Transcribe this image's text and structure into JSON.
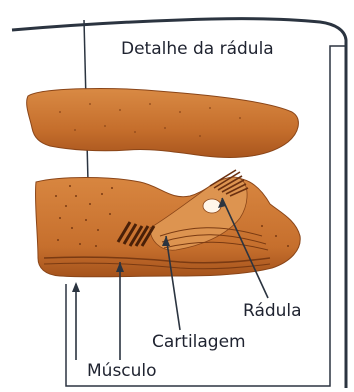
{
  "diagram": {
    "title": "Detalhe da rádula",
    "labels": {
      "radula": "Rádula",
      "cartilage": "Cartilagem",
      "muscle": "Músculo"
    },
    "colors": {
      "tissue": "#c9722e",
      "tissue_dark": "#8a4518",
      "tissue_light": "#e09a58",
      "outline": "#2b3440",
      "text": "#1f2330"
    }
  }
}
